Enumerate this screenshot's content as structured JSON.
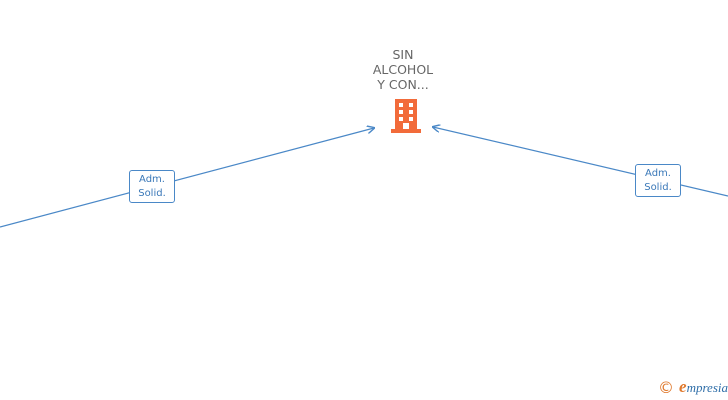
{
  "company": {
    "name_lines": [
      "SIN",
      "ALCOHOL",
      "Y CON..."
    ],
    "icon": "building-icon",
    "color": "#f26b3a"
  },
  "relations": [
    {
      "label_lines": [
        "Adm.",
        "Solid."
      ]
    },
    {
      "label_lines": [
        "Adm.",
        "Solid."
      ]
    }
  ],
  "edge_color": "#4a88c7",
  "footer": {
    "copyright_symbol": "©",
    "brand_initial": "e",
    "brand_rest": "mpresia"
  }
}
